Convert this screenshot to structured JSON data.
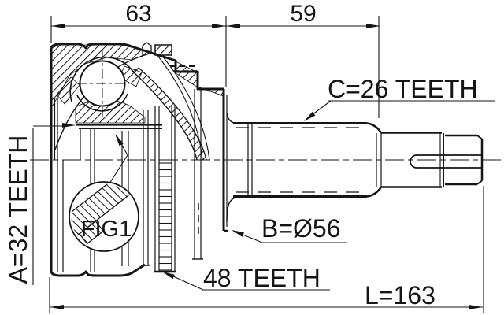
{
  "diagram": {
    "type": "technical-drawing",
    "subject": "cv-joint-cross-section",
    "dimensions": {
      "joint_body_width": "63",
      "shaft_spline_length": "59",
      "overall_length": "L=163"
    },
    "labels": {
      "outer_spline_teeth": "C=26 TEETH",
      "inner_spline_teeth": "A=32 TEETH",
      "body_diameter": "B=Ø56",
      "abs_ring_teeth": "48 TEETH",
      "figure_reference": "FIG1"
    },
    "colors": {
      "line": "#151515",
      "background": "#ffffff"
    }
  }
}
